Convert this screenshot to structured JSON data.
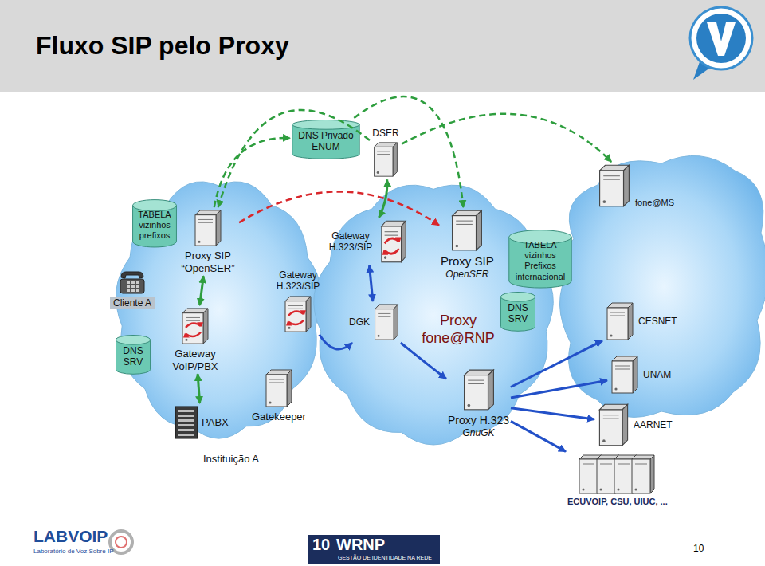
{
  "diagram": {
    "title": "Fluxo SIP pelo Proxy",
    "nodes": [
      {
        "text": [
          "Instituição A"
        ]
      },
      {
        "text": [
          "TABELA vizinhos prefixos"
        ],
        "in": 0
      },
      {
        "text": [
          "Proxy SIP “OpenSER”"
        ],
        "in": 0
      },
      {
        "text": [
          "Cliente A"
        ],
        "in": 0
      },
      {
        "text": [
          "DNS SRV"
        ],
        "in": 0
      },
      {
        "text": [
          "Gateway VoIP/PBX"
        ],
        "in": 0
      },
      {
        "text": [
          "PABX"
        ],
        "in": 0
      },
      {
        "text": [
          "Gatekeeper"
        ],
        "in": 0
      },
      {
        "text": [
          "Gateway H.323/SIP"
        ],
        "in": 0
      },
      {
        "text": [
          "DNS Privado ENUM"
        ]
      },
      {
        "text": [
          "DSER"
        ]
      },
      {
        "text": [
          "Proxy fone@RNP"
        ]
      },
      {
        "text": [
          "Gateway H.323/SIP"
        ],
        "in": 11
      },
      {
        "text": [
          "DGK"
        ],
        "in": 11
      },
      {
        "text": [
          "Proxy SIP",
          "OpenSER"
        ],
        "in": 11
      },
      {
        "text": [
          "TABELA vizinhos Prefixos internacional"
        ],
        "in": 11
      },
      {
        "text": [
          "DNS SRV"
        ],
        "in": 11
      },
      {
        "text": [
          "Proxy H.323",
          "GnuGK"
        ],
        "in": 11
      },
      {
        "text": [
          "fone@MS"
        ]
      },
      {
        "text": [
          "CESNET"
        ]
      },
      {
        "text": [
          "UNAM"
        ]
      },
      {
        "text": [
          "AARNET"
        ]
      },
      {
        "text": [
          "ECUVOIP, CSU, UIUC, ..."
        ]
      }
    ],
    "edges": [
      {
        "from": 2,
        "to": 9,
        "arrow": "to"
      },
      {
        "from": 10,
        "to": 2,
        "arrow": "to"
      },
      {
        "from": 9,
        "to": 14,
        "arrow": "to"
      },
      {
        "from": 10,
        "to": 18,
        "arrow": "to"
      },
      {
        "from": 2,
        "to": 14,
        "arrow": "to"
      },
      {
        "from": 2,
        "to": 5,
        "arrow": "both"
      },
      {
        "from": 5,
        "to": 6,
        "arrow": "both"
      },
      {
        "from": 12,
        "to": 10,
        "arrow": "both"
      },
      {
        "from": 12,
        "to": 13,
        "arrow": "both"
      },
      {
        "from": 8,
        "to": 13,
        "arrow": "to"
      },
      {
        "from": 13,
        "to": 17,
        "arrow": "to"
      },
      {
        "from": 17,
        "to": 19,
        "arrow": "to"
      },
      {
        "from": 17,
        "to": 20,
        "arrow": "to"
      },
      {
        "from": 17,
        "to": 21,
        "arrow": "to"
      },
      {
        "from": 17,
        "to": 22,
        "arrow": "to"
      }
    ],
    "labels": [
      "LABVOIP",
      "Laboratório de Voz Sobre IP",
      "10",
      "WRNP",
      "GESTÃO DE IDENTIDADE NA REDE",
      "10"
    ]
  }
}
